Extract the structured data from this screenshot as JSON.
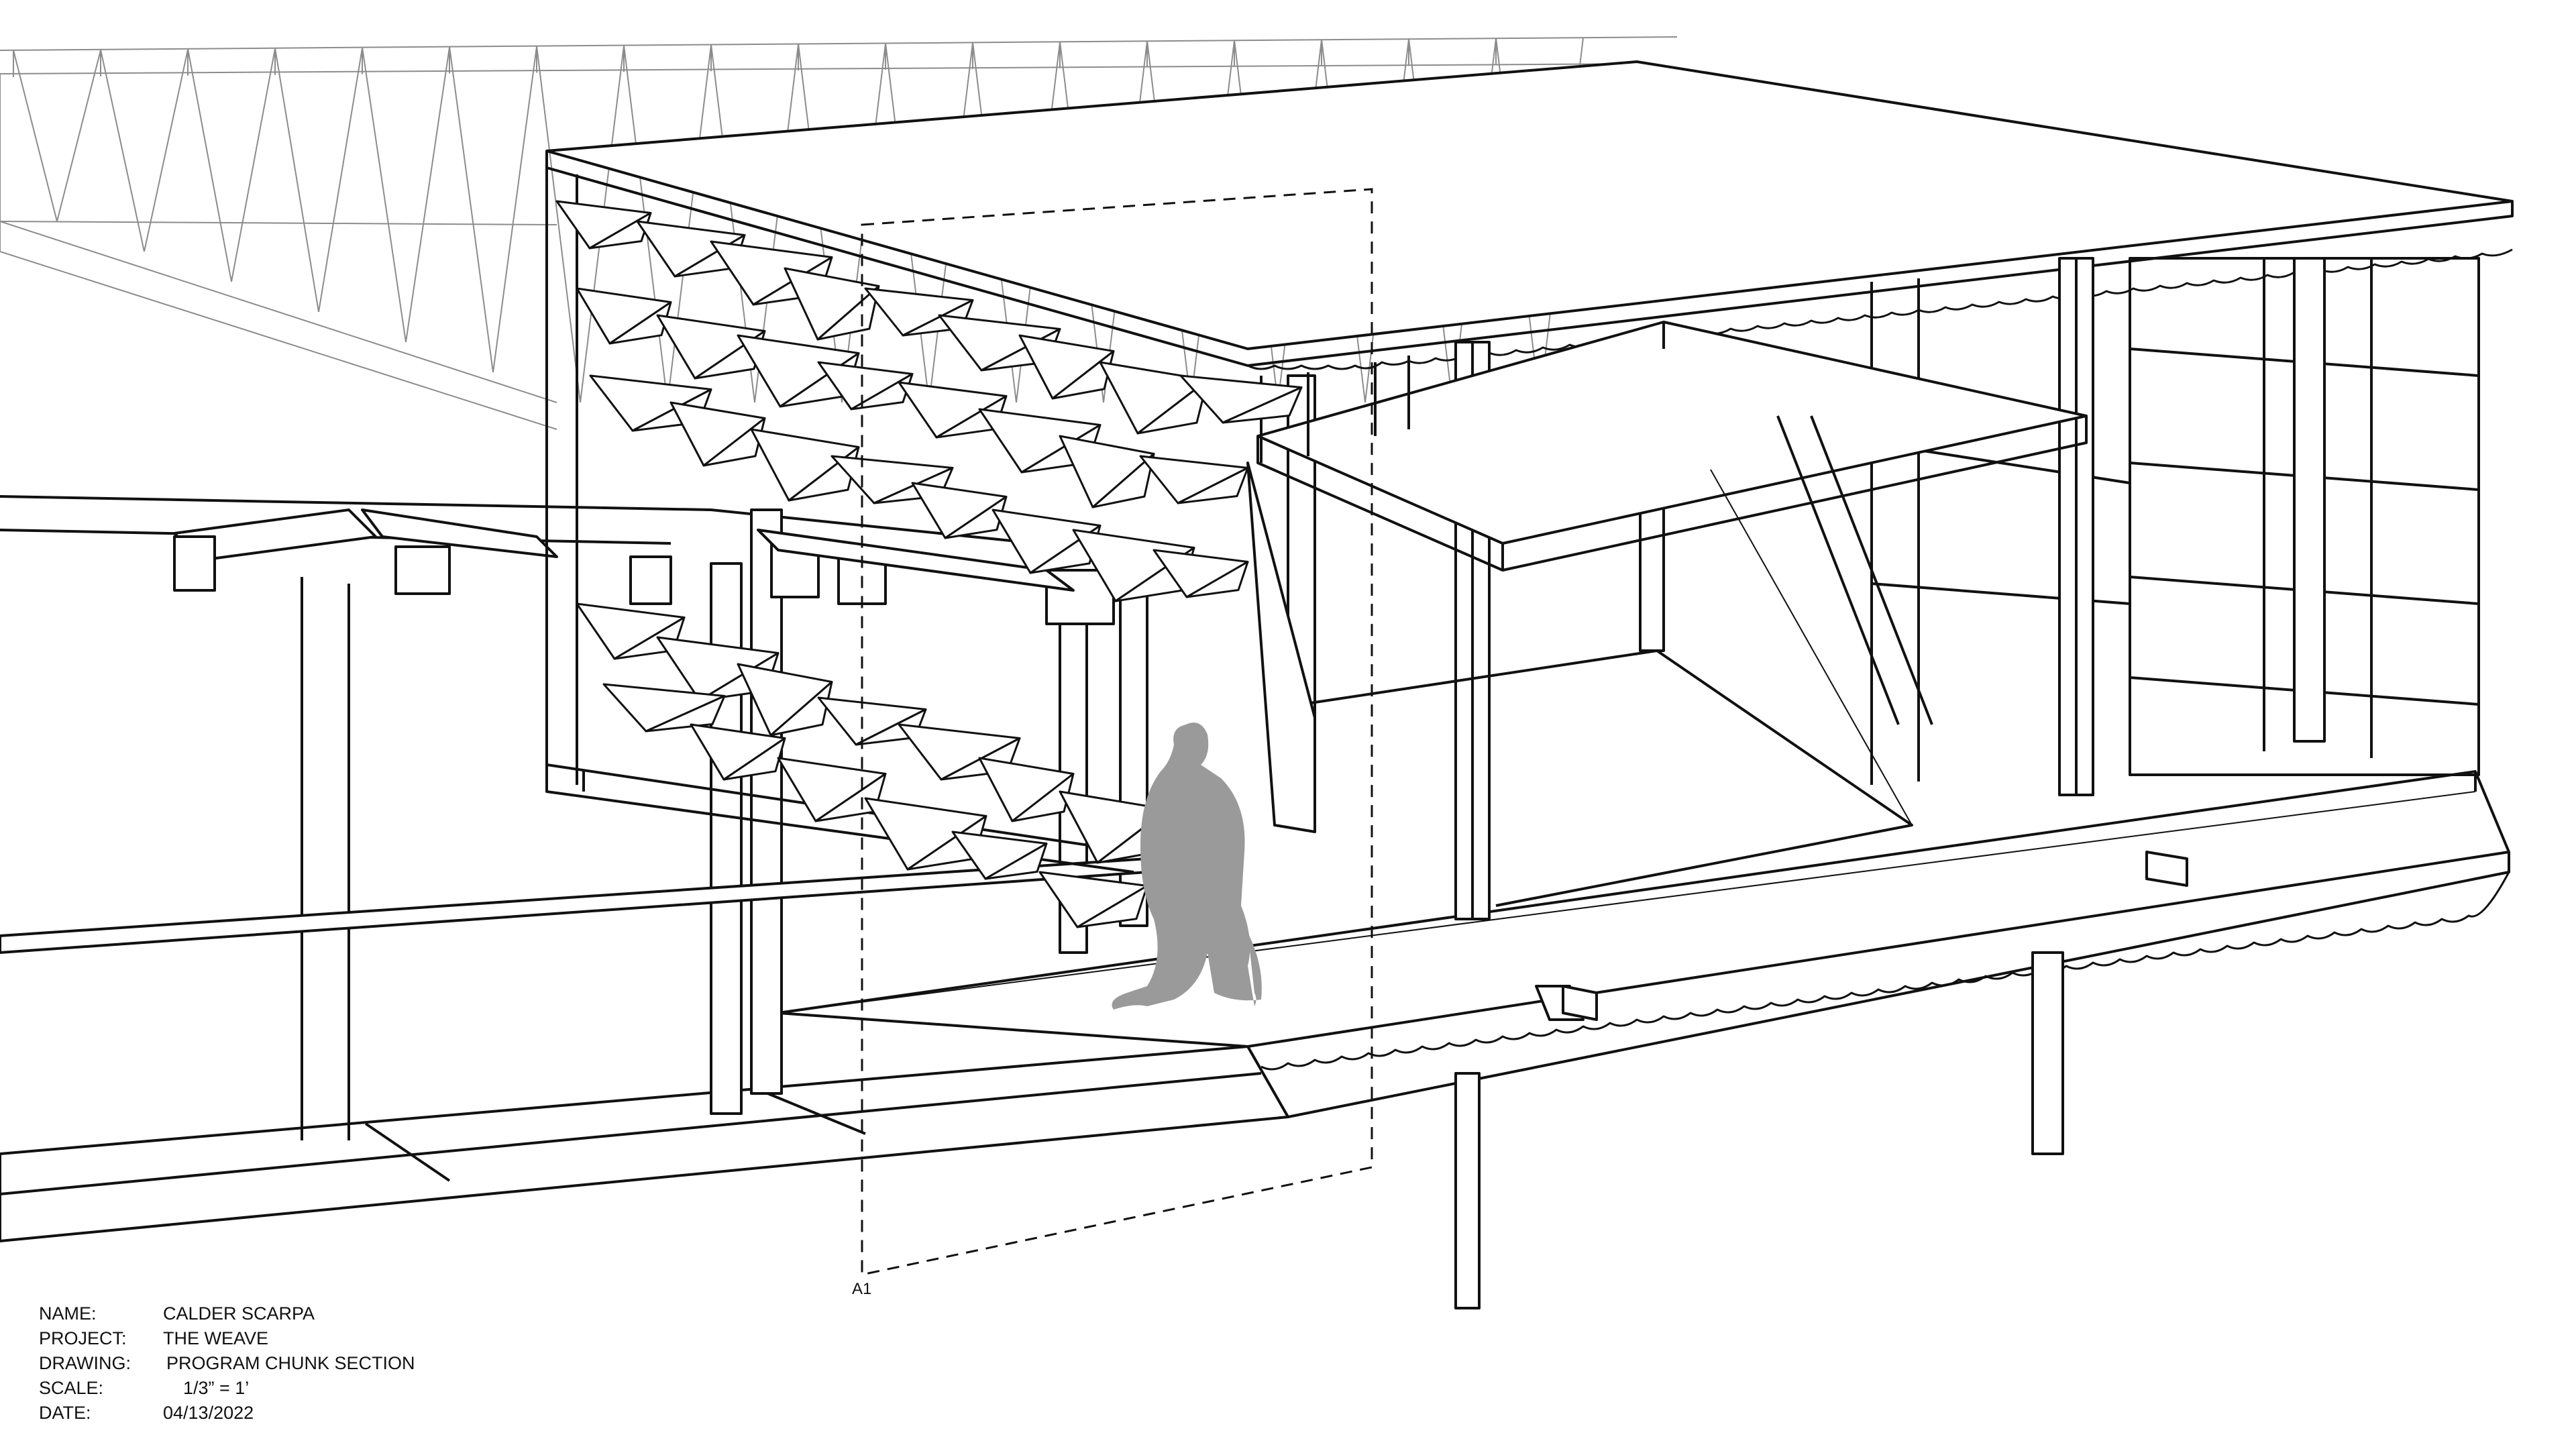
{
  "section_marker": "A1",
  "title_block": {
    "name_label": "NAME:",
    "name_value": "CALDER SCARPA",
    "project_label": "PROJECT:",
    "project_value": "THE WEAVE",
    "drawing_label": "DRAWING:",
    "drawing_value": "PROGRAM CHUNK SECTION",
    "scale_label": "SCALE:",
    "scale_value": "1/3” = 1’",
    "date_label": "DATE:",
    "date_value": "04/13/2022"
  },
  "colors": {
    "line": "#111111",
    "figure": "#9a9a9a",
    "ghost": "#888888",
    "paper": "#ffffff"
  }
}
